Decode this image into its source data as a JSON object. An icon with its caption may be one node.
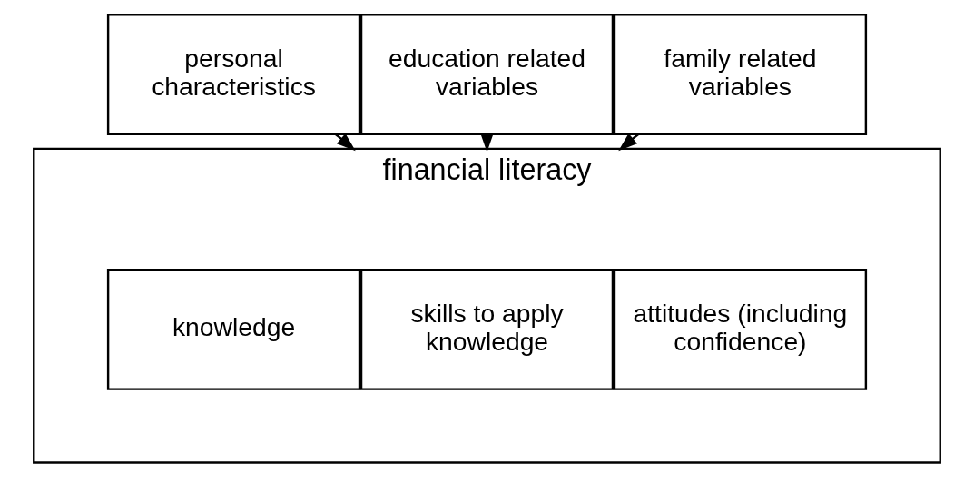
{
  "diagram": {
    "nodes": [
      {
        "text": [
          "personal characteristics"
        ]
      },
      {
        "text": [
          "education related variables"
        ]
      },
      {
        "text": [
          "family related variables"
        ]
      },
      {
        "text": [
          "financial literacy"
        ]
      },
      {
        "text": [
          "knowledge"
        ],
        "in": 3
      },
      {
        "text": [
          "skills to apply knowledge"
        ],
        "in": 3
      },
      {
        "text": [
          "attitudes (including confidence)"
        ],
        "in": 3
      }
    ],
    "edges": [
      {
        "from": 0,
        "to": 3,
        "arrow": "to"
      },
      {
        "from": 1,
        "to": 3,
        "arrow": "to"
      },
      {
        "from": 2,
        "to": 3,
        "arrow": "to"
      }
    ]
  }
}
